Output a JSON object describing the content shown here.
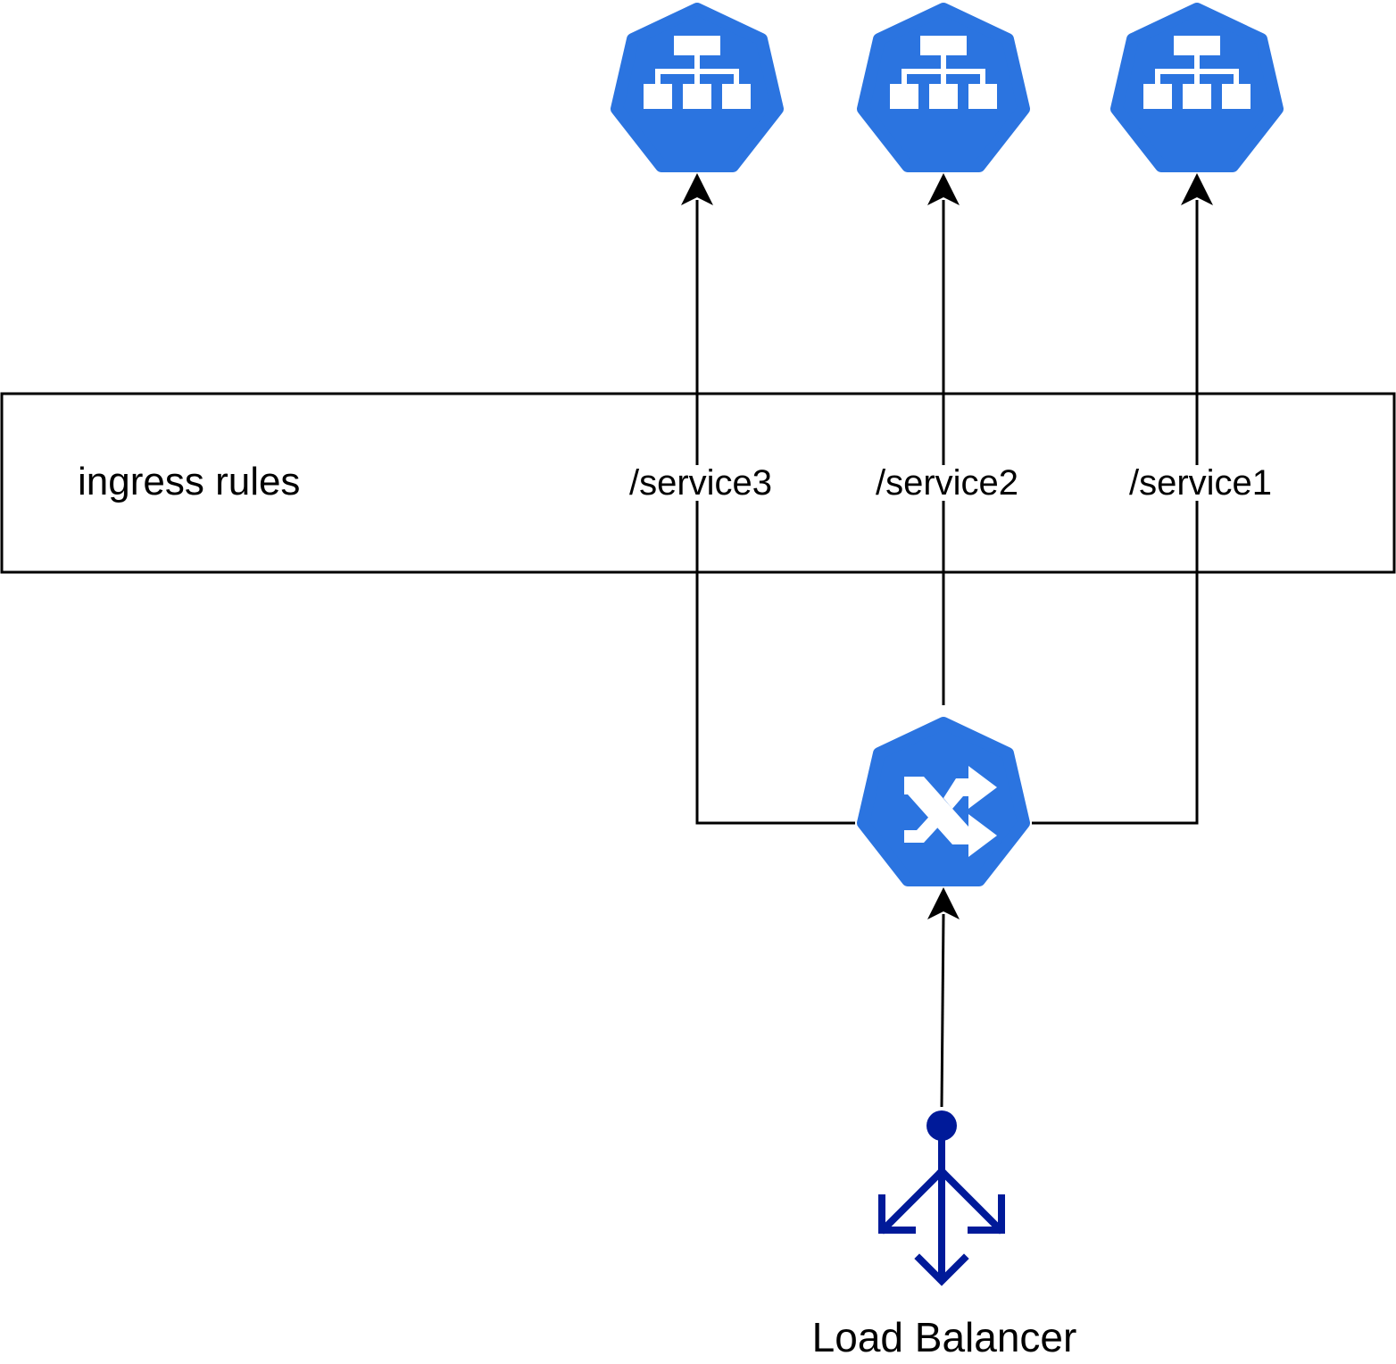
{
  "ingress": {
    "title": "ingress rules",
    "paths": [
      {
        "label": "/service3"
      },
      {
        "label": "/service2"
      },
      {
        "label": "/service1"
      }
    ]
  },
  "load_balancer": {
    "label": "Load Balancer"
  },
  "colors": {
    "node_fill": "#2b74e0",
    "icon_stroke": "#ffffff",
    "lb_color": "#001a99",
    "line": "#000000"
  },
  "icons": {
    "service": "service-icon",
    "ingress_controller": "ingress-controller-icon",
    "load_balancer": "load-balancer-icon"
  }
}
